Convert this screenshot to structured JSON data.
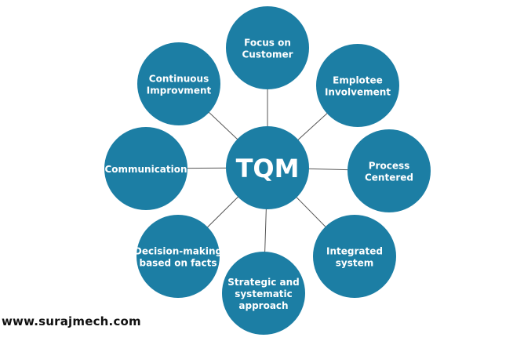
{
  "colors": {
    "circle_fill": "#1c7ea4",
    "circle_text": "#ffffff",
    "connector": "#555555",
    "background": "#ffffff"
  },
  "hub": {
    "label": "TQM"
  },
  "nodes": [
    {
      "id": "focus-on-customer",
      "lines": [
        "Focus on",
        "Customer"
      ]
    },
    {
      "id": "employee-involvement",
      "lines": [
        "Emplotee",
        "Involvement"
      ]
    },
    {
      "id": "process-centered",
      "lines": [
        "Process",
        "Centered"
      ]
    },
    {
      "id": "integrated-system",
      "lines": [
        "Integrated",
        "system"
      ]
    },
    {
      "id": "strategic-approach",
      "lines": [
        "Strategic and",
        "systematic",
        "approach"
      ]
    },
    {
      "id": "decision-making",
      "lines": [
        "Decision-making",
        "based on facts"
      ]
    },
    {
      "id": "communication",
      "lines": [
        "Communication"
      ]
    },
    {
      "id": "continuous-improvement",
      "lines": [
        "Continuous",
        "Improvment"
      ]
    }
  ],
  "watermark": "www.surajmech.com"
}
